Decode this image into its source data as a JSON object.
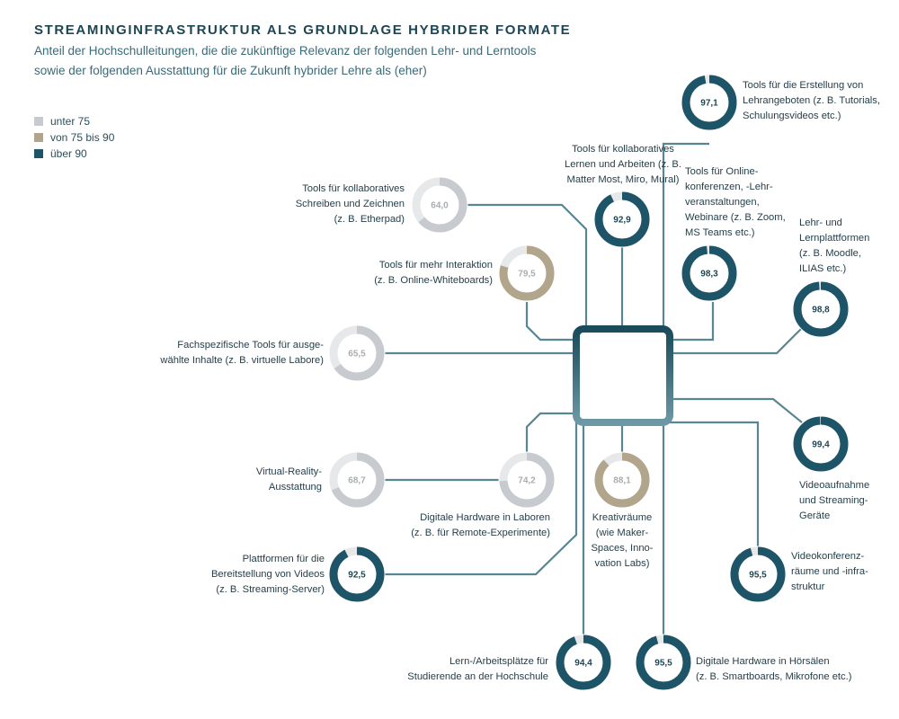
{
  "title": "STREAMINGINFRASTRUKTUR ALS GRUNDLAGE HYBRIDER FORMATE",
  "subtitle": "Anteil der Hochschulleitungen, die die zukünftige Relevanz der folgenden Lehr- und Lerntools sowie der folgenden Ausstattung für die Zukunft hybrider Lehre als (eher)",
  "colors": {
    "under75": "#c7cbcf",
    "from75to90": "#b1a58b",
    "over90": "#1d5467",
    "track": "#e6e8ea",
    "lines": "#5a8592"
  },
  "legend": [
    {
      "label": "unter 75",
      "color": "#c7cbcf"
    },
    {
      "label": "von 75 bis 90",
      "color": "#b1a58b"
    },
    {
      "label": "über 90",
      "color": "#1d5467"
    }
  ],
  "items": [
    {
      "value": 97.1,
      "value_label": "97,1",
      "category": "over90",
      "label_lines": [
        "Tools für die Erstellung von",
        "Lehrangeboten (z. B. Tutorials,",
        "Schulungsvideos etc.)"
      ]
    },
    {
      "value": 92.9,
      "value_label": "92,9",
      "category": "over90",
      "label_lines": [
        "Tools für kollaboratives",
        "Lernen und Arbeiten (z. B.",
        "Matter Most, Miro, Mural)"
      ]
    },
    {
      "value": 64.0,
      "value_label": "64,0",
      "category": "under75",
      "label_lines": [
        "Tools für kollaboratives",
        "Schreiben und Zeichnen",
        "(z. B. Etherpad)"
      ]
    },
    {
      "value": 98.3,
      "value_label": "98,3",
      "category": "over90",
      "label_lines": [
        "Tools für Online-",
        "konferenzen, -Lehr-",
        "veranstaltungen,",
        "Webinare (z. B. Zoom,",
        "MS Teams etc.)"
      ]
    },
    {
      "value": 98.8,
      "value_label": "98,8",
      "category": "over90",
      "label_lines": [
        "Lehr- und",
        "Lernplattformen",
        "(z. B. Moodle,",
        "ILIAS etc.)"
      ]
    },
    {
      "value": 79.5,
      "value_label": "79,5",
      "category": "from75to90",
      "label_lines": [
        "Tools für mehr Interaktion",
        "(z. B. Online-Whiteboards)"
      ]
    },
    {
      "value": 65.5,
      "value_label": "65,5",
      "category": "under75",
      "label_lines": [
        "Fachspezifische Tools für ausge-",
        "wählte Inhalte (z. B. virtuelle Labore)"
      ]
    },
    {
      "value": 99.4,
      "value_label": "99,4",
      "category": "over90",
      "label_lines": [
        "Videoaufnahme",
        "und Streaming-",
        "Geräte"
      ]
    },
    {
      "value": 68.7,
      "value_label": "68,7",
      "category": "under75",
      "label_lines": [
        "Virtual-Reality-",
        "Ausstattung"
      ]
    },
    {
      "value": 74.2,
      "value_label": "74,2",
      "category": "under75",
      "label_lines": [
        "Digitale Hardware in Laboren",
        "(z. B. für Remote-Experimente)"
      ]
    },
    {
      "value": 88.1,
      "value_label": "88,1",
      "category": "from75to90",
      "label_lines": [
        "Kreativräume",
        "(wie Maker-",
        "Spaces, Inno-",
        "vation Labs)"
      ]
    },
    {
      "value": 95.5,
      "value_label": "95,5",
      "category": "over90",
      "label_lines": [
        "Videokonferenz-",
        "räume und -infra-",
        "struktur"
      ]
    },
    {
      "value": 92.5,
      "value_label": "92,5",
      "category": "over90",
      "label_lines": [
        "Plattformen für die",
        "Bereitstellung von Videos",
        "(z. B. Streaming-Server)"
      ]
    },
    {
      "value": 94.4,
      "value_label": "94,4",
      "category": "over90",
      "label_lines": [
        "Lern-/Arbeitsplätze für",
        "Studierende an der Hochschule"
      ]
    },
    {
      "value": 95.5,
      "value_label": "95,5",
      "category": "over90",
      "label_lines": [
        "Digitale Hardware in Hörsälen",
        "(z. B. Smartboards, Mikrofone etc.)"
      ]
    }
  ]
}
